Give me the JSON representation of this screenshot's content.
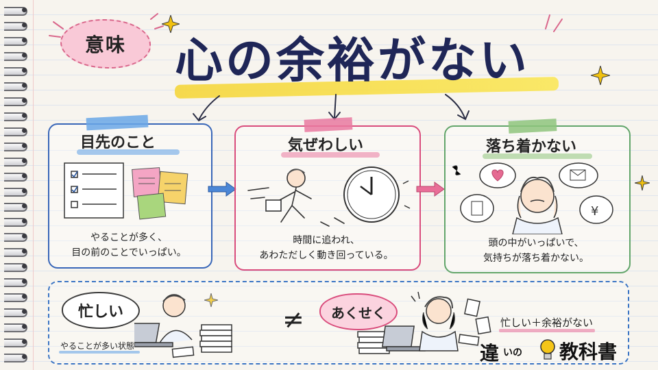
{
  "header": {
    "bubble_label": "意味",
    "title": "心の余裕がない"
  },
  "cards": [
    {
      "title": "目先のこと",
      "desc_line1": "やることが多く、",
      "desc_line2": "目の前のことでいっぱい。"
    },
    {
      "title": "気ぜわしい",
      "desc_line1": "時間に追われ、",
      "desc_line2": "あわただしく動き回っている。"
    },
    {
      "title": "落ち着かない",
      "desc_line1": "頭の中がいっぱいで、",
      "desc_line2": "気持ちが落ち着かない。"
    }
  ],
  "comparison": {
    "left_bubble": "忙しい",
    "left_caption": "やることが多い状態",
    "symbol": "≠",
    "right_bubble": "あくせく",
    "right_caption": "忙しい＋余裕がない"
  },
  "logo": {
    "part1": "違",
    "part2": "いの",
    "part3": "教科書"
  },
  "colors": {
    "blue": "#3866b8",
    "pink": "#d94c7c",
    "green": "#62a56a",
    "highlight": "#f5d63c",
    "title": "#1f2657"
  }
}
